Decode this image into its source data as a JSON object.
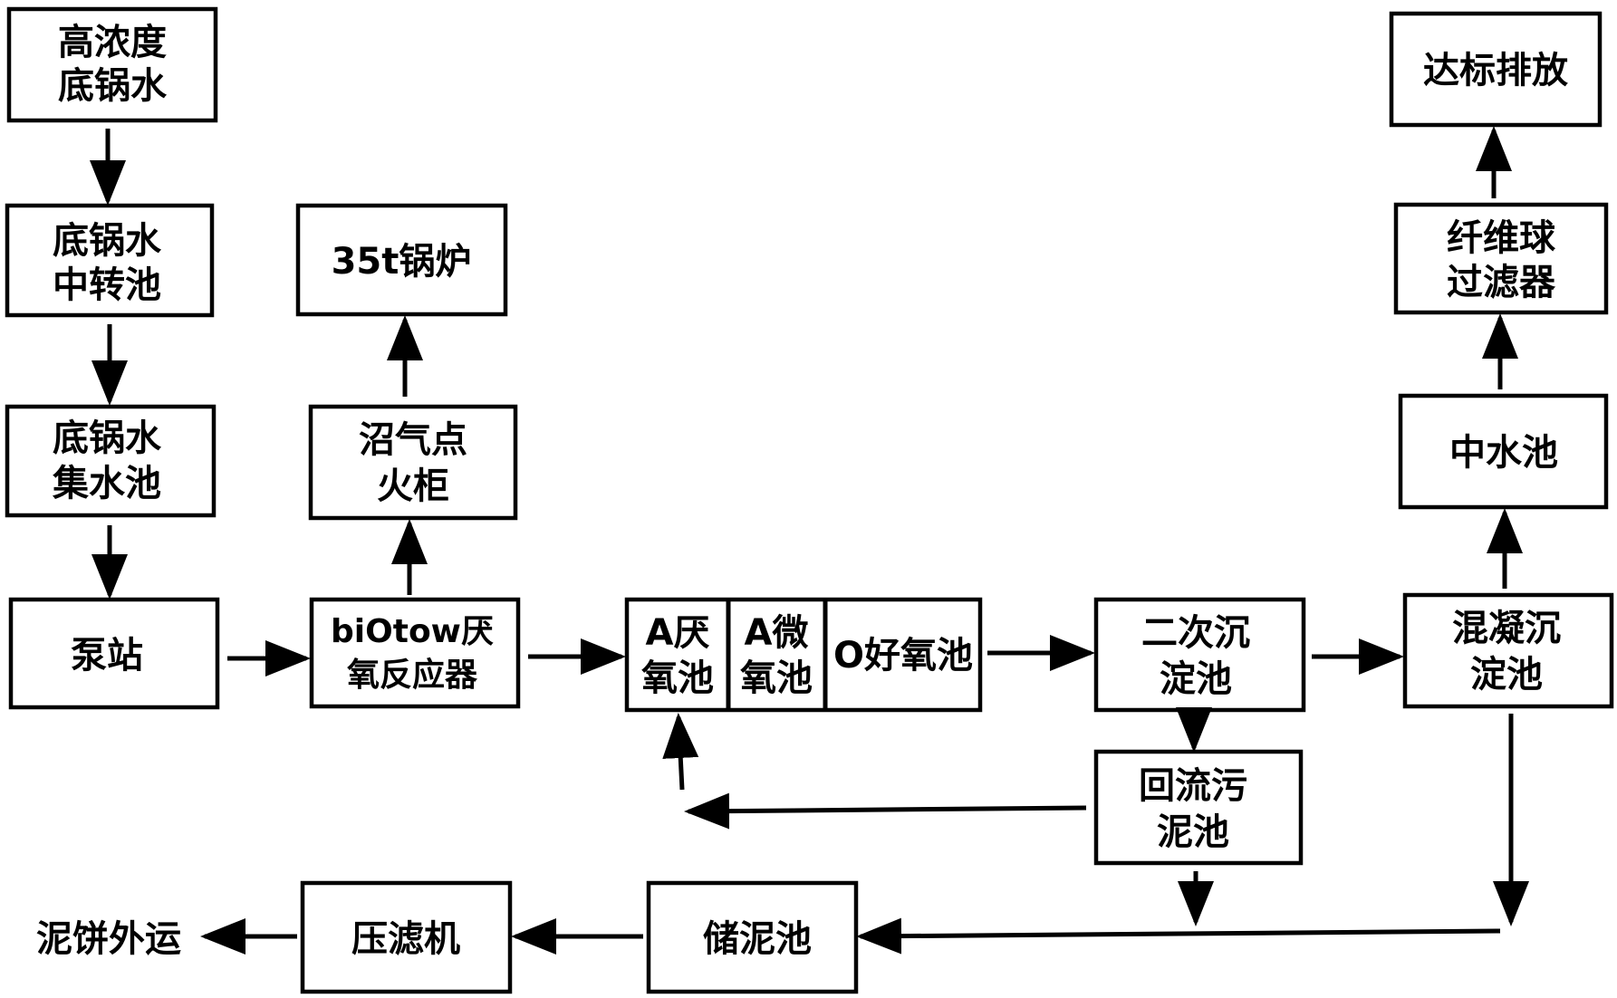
{
  "nodes": {
    "high_conc_water": {
      "lines": [
        "高浓度",
        "底锅水"
      ]
    },
    "transfer_tank": {
      "lines": [
        "底锅水",
        "中转池"
      ]
    },
    "collection_tank": {
      "lines": [
        "底锅水",
        "集水池"
      ]
    },
    "pump_station": {
      "lines": [
        "泵站"
      ]
    },
    "anaerobic_reactor": {
      "lines": [
        "biOtow厌",
        "氧反应器"
      ]
    },
    "biogas_torch": {
      "lines": [
        "沼气点",
        "火柜"
      ]
    },
    "boiler": {
      "lines": [
        "35t锅炉"
      ]
    },
    "a_anaerobic": {
      "lines": [
        "A厌",
        "氧池"
      ]
    },
    "a_micro_aerobic": {
      "lines": [
        "A微",
        "氧池"
      ]
    },
    "o_aerobic": {
      "lines": [
        "O好氧池"
      ]
    },
    "secondary_sed": {
      "lines": [
        "二次沉",
        "淀池"
      ]
    },
    "coag_sed": {
      "lines": [
        "混凝沉",
        "淀池"
      ]
    },
    "reclaimed_water": {
      "lines": [
        "中水池"
      ]
    },
    "fiber_filter": {
      "lines": [
        "纤维球",
        "过滤器"
      ]
    },
    "discharge": {
      "lines": [
        "达标排放"
      ]
    },
    "return_sludge": {
      "lines": [
        "回流污",
        "泥池"
      ]
    },
    "sludge_storage": {
      "lines": [
        "储泥池"
      ]
    },
    "filter_press": {
      "lines": [
        "压滤机"
      ]
    },
    "sludge_cake": {
      "lines": [
        "泥饼外运"
      ]
    }
  }
}
